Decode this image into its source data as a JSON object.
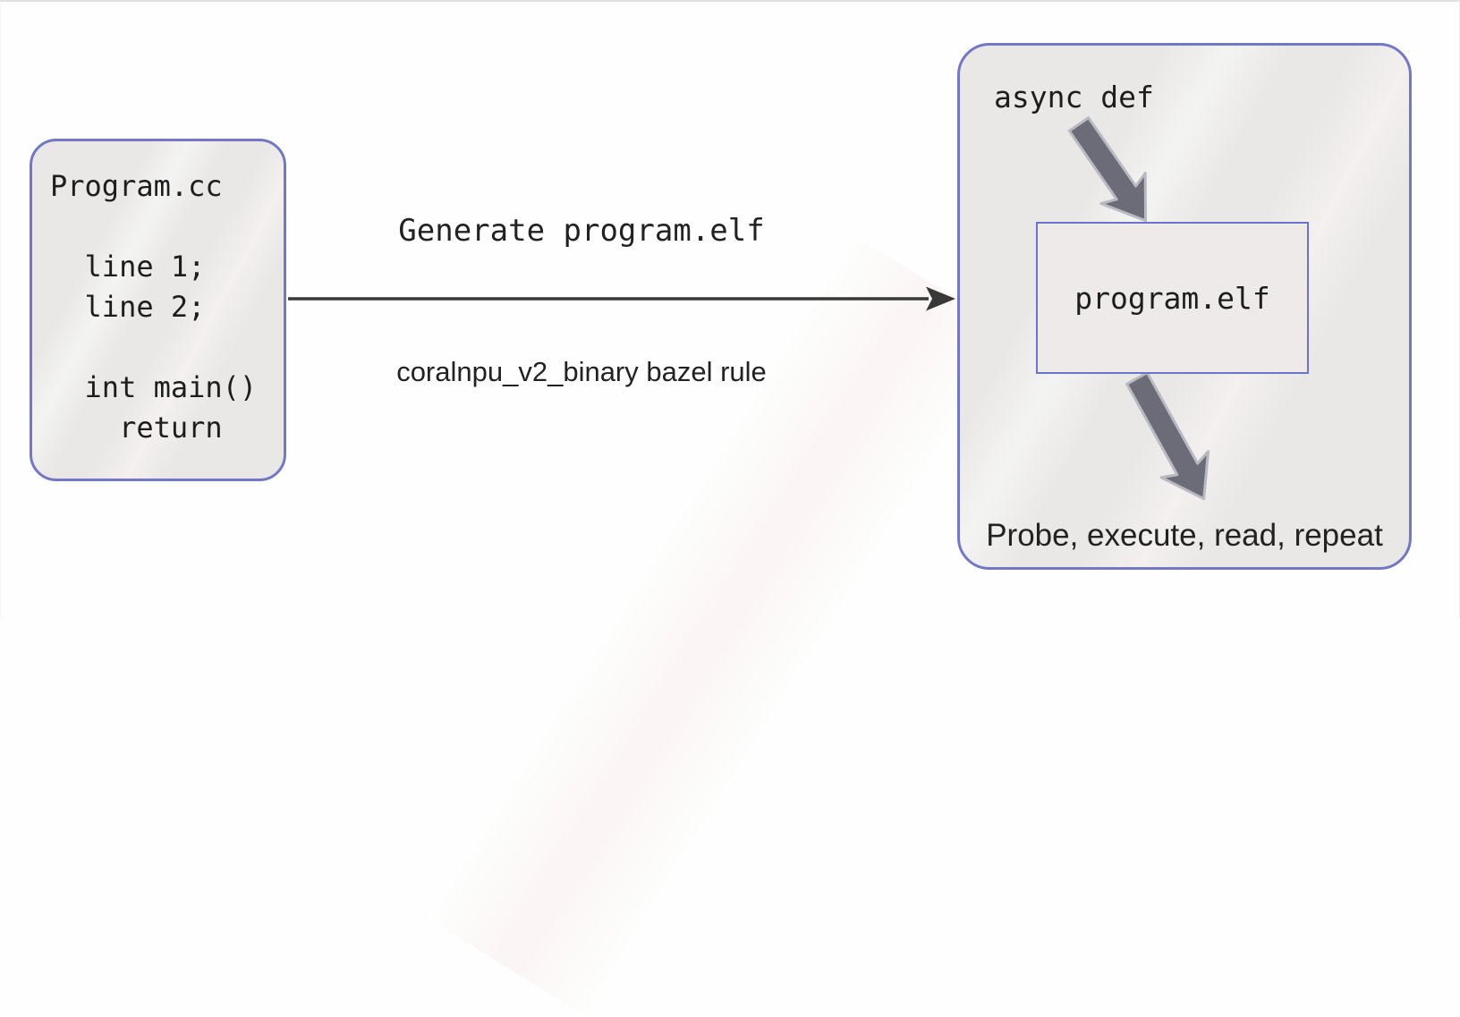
{
  "diagram": {
    "left_box": {
      "lines": [
        "Program.cc",
        "",
        "  line 1;",
        "  line 2;",
        "",
        "  int main()",
        "    return"
      ]
    },
    "middle": {
      "top_label": "Generate program.elf",
      "bottom_label": "coralnpu_v2_binary bazel rule"
    },
    "right_box": {
      "top_label": "async def",
      "inner_label": "program.elf",
      "bottom_label": "Probe, execute, read, repeat"
    }
  },
  "theme": {
    "page-bg": "#fdfefd",
    "box-bg": "#e9e8e7",
    "box-border": "#7278c3",
    "inner-box-bg": "#edeae9",
    "inner-box-border": "#6a74cb",
    "block-arrow-fill": "#6c6c79",
    "block-arrow-stroke": "#b9b9c2",
    "flow-arrow": "#383838",
    "code-text": "#1d1d1d",
    "label-text": "#222222"
  }
}
